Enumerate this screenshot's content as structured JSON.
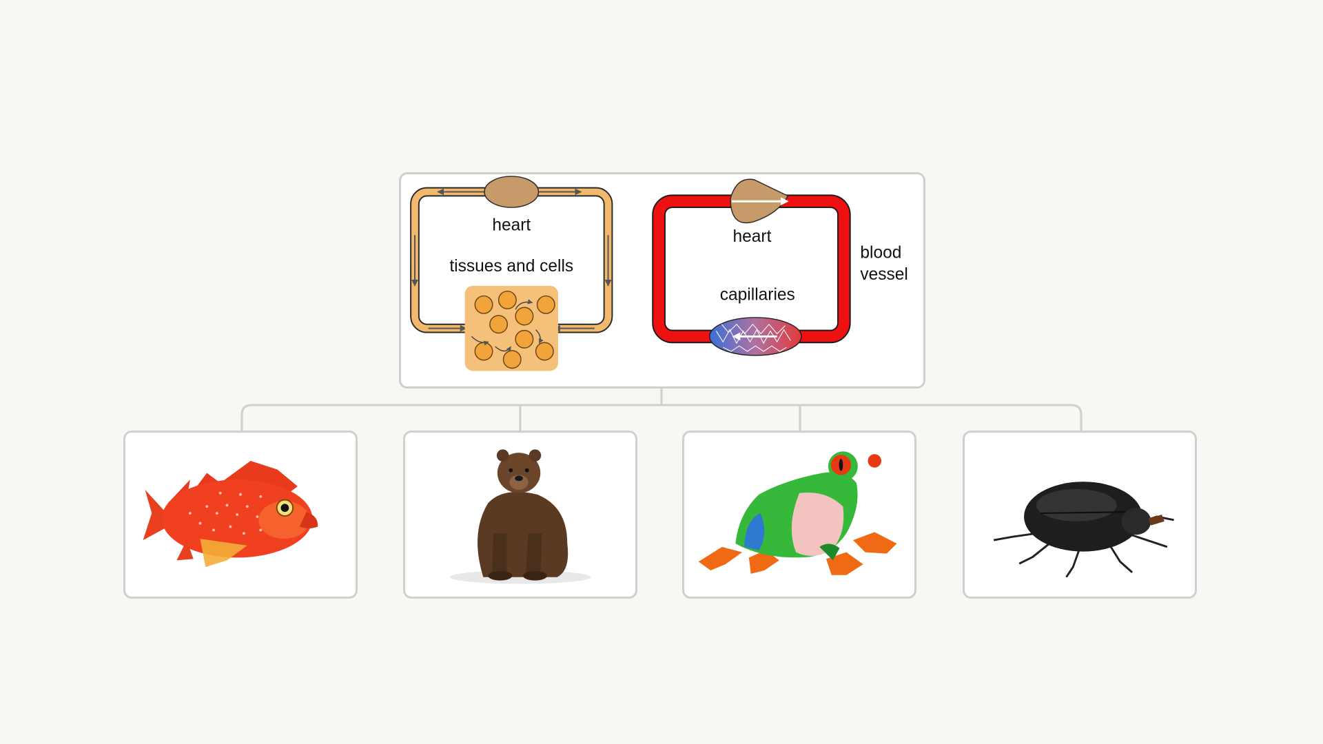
{
  "colors": {
    "background": "#f7f7f4",
    "card_border": "#cfcfcf",
    "open_system": "#f2b86b",
    "closed_system": "#ee1111",
    "heart": "#c79a6a"
  },
  "open_circulation": {
    "heart_label": "heart",
    "tissues_label": "tissues and cells"
  },
  "closed_circulation": {
    "heart_label": "heart",
    "capillaries_label": "capillaries",
    "vessel_label_line1": "blood",
    "vessel_label_line2": "vessel"
  },
  "animals": [
    {
      "id": "fish",
      "icon": "fish-icon"
    },
    {
      "id": "bear",
      "icon": "bear-icon"
    },
    {
      "id": "frog",
      "icon": "frog-icon"
    },
    {
      "id": "beetle",
      "icon": "beetle-icon"
    }
  ]
}
